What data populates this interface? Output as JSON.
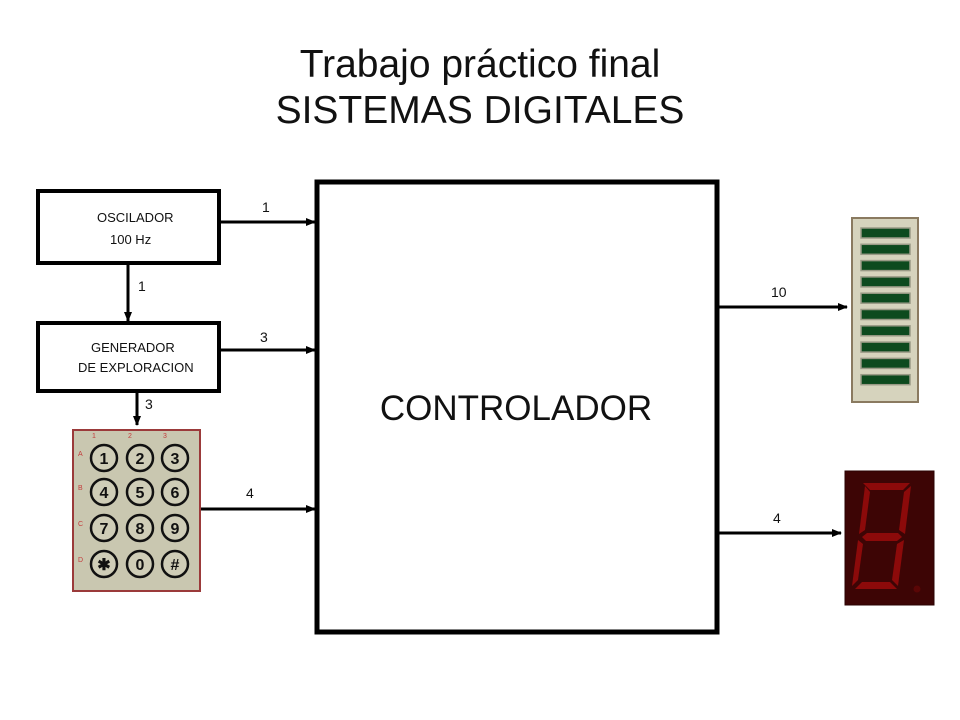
{
  "title": {
    "line1": "Trabajo práctico final",
    "line2": "SISTEMAS DIGITALES"
  },
  "blocks": {
    "oscillator": {
      "line1": "OSCILADOR",
      "line2": "100 Hz"
    },
    "scanner": {
      "line1": "GENERADOR",
      "line2": "DE EXPLORACION"
    },
    "controller": {
      "label": "CONTROLADOR"
    }
  },
  "connections": {
    "osc_to_controller": "1",
    "osc_to_scanner": "1",
    "scanner_to_controller": "3",
    "scanner_to_keypad": "3",
    "keypad_to_controller": "4",
    "controller_to_bargraph": "10",
    "controller_to_display": "4"
  },
  "keypad": {
    "column_labels": [
      "1",
      "2",
      "3"
    ],
    "row_labels": [
      "A",
      "B",
      "C",
      "D"
    ],
    "keys": [
      "1",
      "2",
      "3",
      "4",
      "5",
      "6",
      "7",
      "8",
      "9",
      "✱",
      "0",
      "#"
    ]
  },
  "bargraph": {
    "segments": 10
  },
  "colors": {
    "block_border": "#000000",
    "keypad_body": "#c9c7b0",
    "keypad_border": "#9b3a3a",
    "keypad_key": "#cfcdb7",
    "keypad_label": "#c33b3b",
    "bargraph_body": "#d6d3bd",
    "bargraph_segment": "#0d4a1e",
    "display_body": "#3d0505",
    "display_segment": "#8c0a0a"
  }
}
